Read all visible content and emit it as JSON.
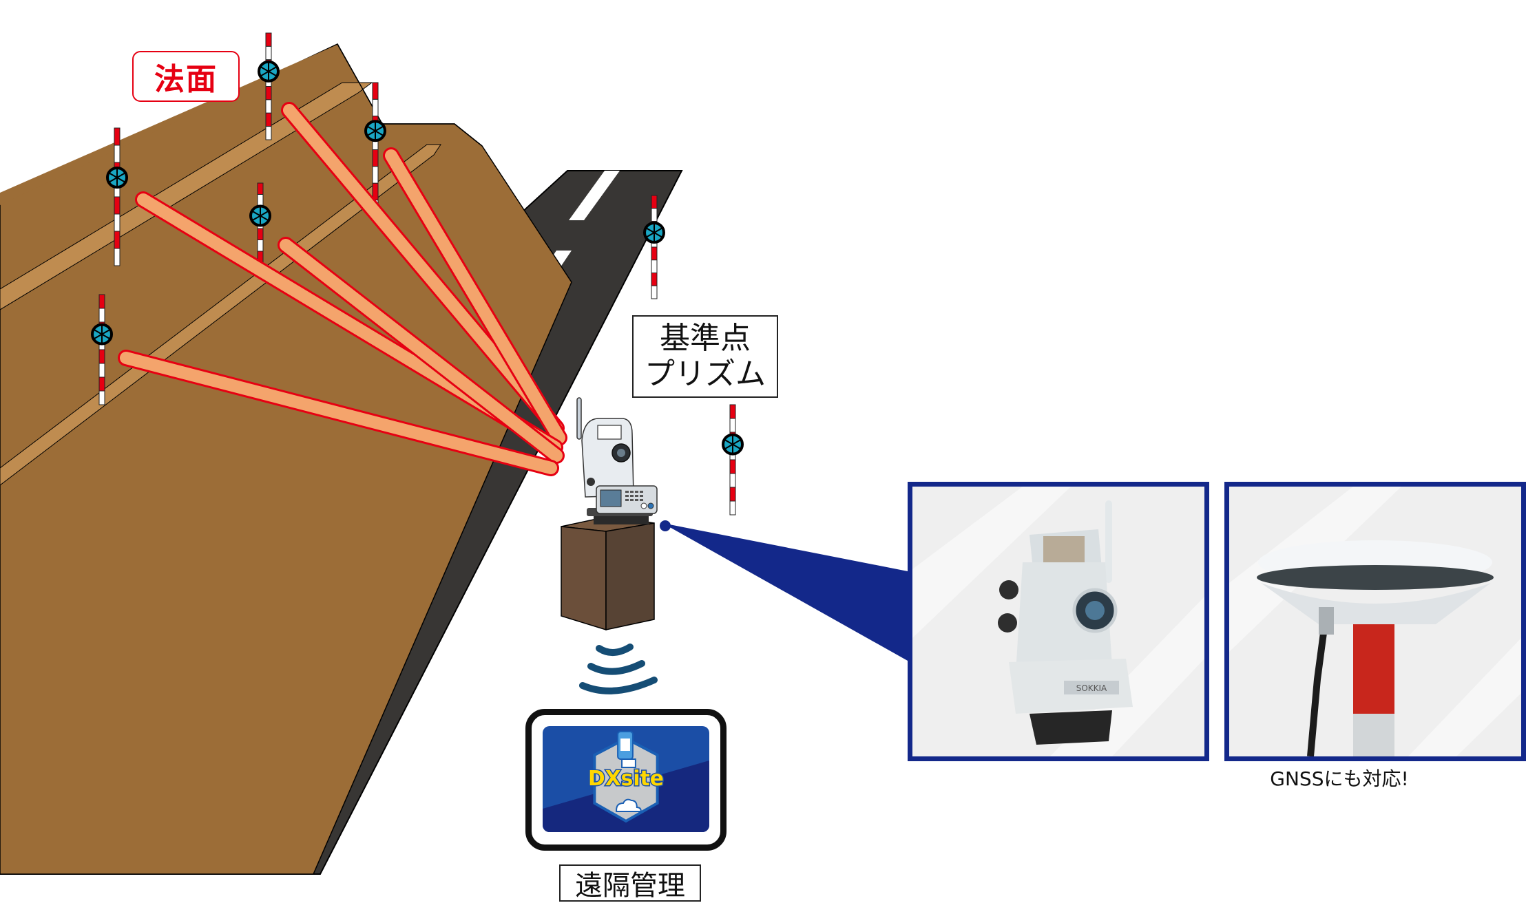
{
  "labels": {
    "slope": "法面",
    "control_point_line1": "基準点",
    "control_point_line2": "プリズム",
    "remote_management": "遠隔管理",
    "gnss_caption": "GNSSにも対応!"
  },
  "app_logo": {
    "text": "DXsite",
    "icon": "total-station-cloud-logo"
  },
  "photos": {
    "station_brand": "SOKKIA"
  },
  "colors": {
    "slope_label_red": "#e60012",
    "earth_brown": "#9c6d37",
    "berm_tan": "#bf8c50",
    "road_asphalt": "#383634",
    "laser_fill": "#f4a46c",
    "laser_outline": "#e60012",
    "prism_cyan": "#1aa7c4",
    "callout_navy": "#13288a",
    "wireless_blue": "#154d75",
    "pedestal_brown": "#5c4533"
  }
}
